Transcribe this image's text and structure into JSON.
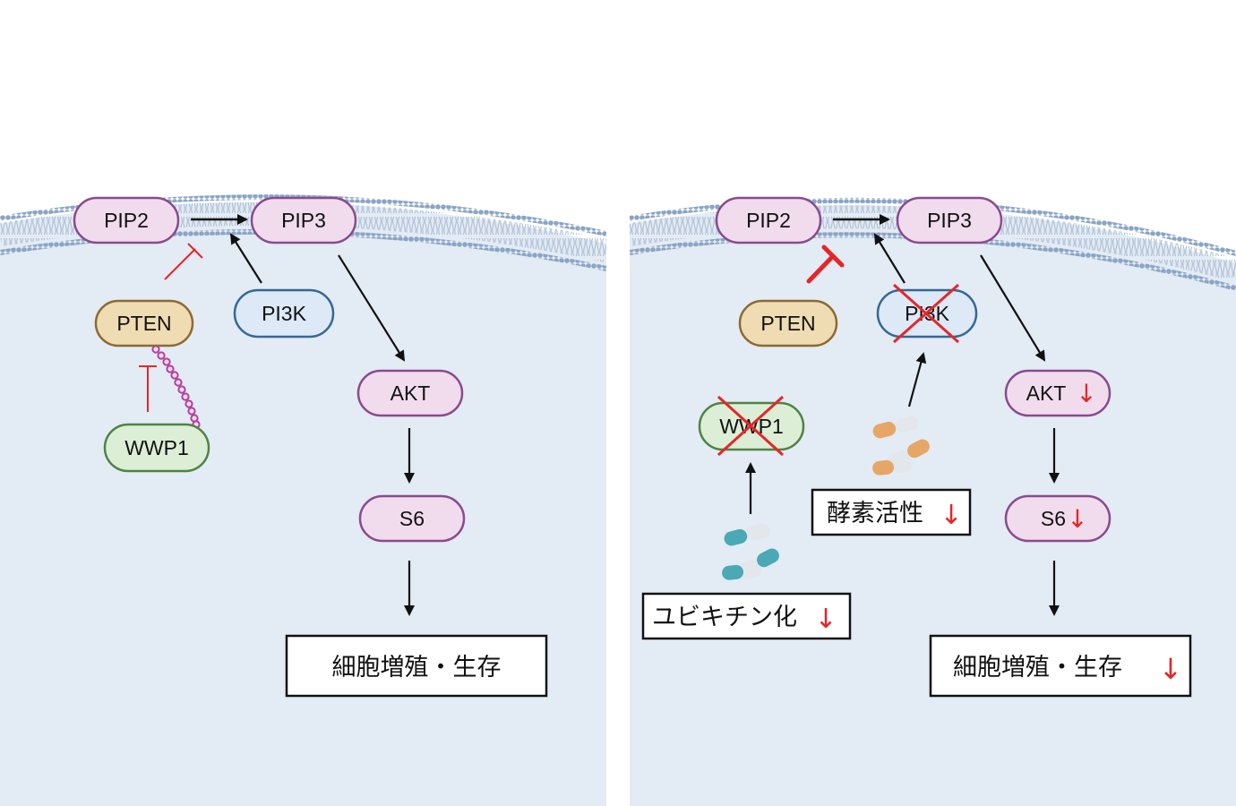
{
  "colors": {
    "background": "#ffffff",
    "cytoplasm": "#e3ebf4",
    "lipid_head": "#8aa4c6",
    "lipid_tail": "#9fb3cc",
    "pip_fill": "#f1dced",
    "pip_stroke": "#8a4a8e",
    "pten_fill": "#efdcb2",
    "pten_stroke": "#8c6a33",
    "pi3k_fill": "#dde9f7",
    "pi3k_stroke": "#356893",
    "wwp1_fill": "#dcefd6",
    "wwp1_stroke": "#4f8245",
    "inhibit_red": "#e52629",
    "ubiquitin": "#b43e9f",
    "arrow": "#111111"
  },
  "left_panel": {
    "nodes": {
      "pip2": "PIP2",
      "pip3": "PIP3",
      "pten": "PTEN",
      "pi3k": "PI3K",
      "wwp1": "WWP1",
      "akt": "AKT",
      "s6": "S6"
    },
    "outcome": "細胞増殖・生存"
  },
  "right_panel": {
    "nodes": {
      "pip2": "PIP2",
      "pip3": "PIP3",
      "pten": "PTEN",
      "pi3k": "PI3K",
      "wwp1": "WWP1",
      "akt": "AKT",
      "s6": "S6"
    },
    "down_arrow": "↓",
    "ubiquitination_label": "ユビキチン化",
    "enzyme_activity_label": "酵素活性",
    "outcome": "細胞増殖・生存",
    "icons": [
      "pill-capsule-icon",
      "cross-out-icon",
      "down-arrow-icon"
    ]
  }
}
